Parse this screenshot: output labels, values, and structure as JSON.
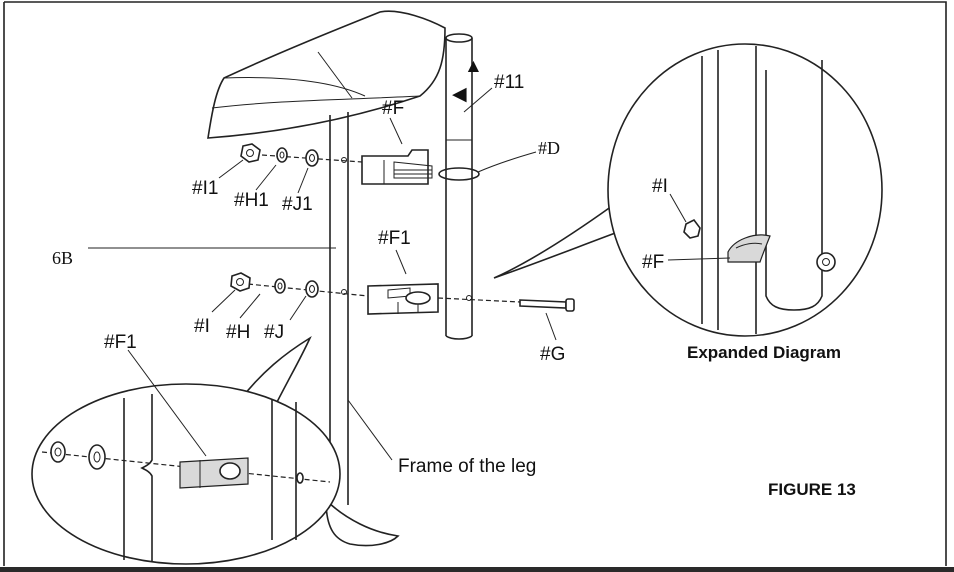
{
  "labels": {
    "part_11": "#11",
    "part_F": "#F",
    "part_D": "#D",
    "part_I1": "#I1",
    "part_H1": "#H1",
    "part_J1": "#J1",
    "side_6B": "6B",
    "part_F1_main": "#F1",
    "part_I": "#I",
    "part_H": "#H",
    "part_J": "#J",
    "part_G": "#G",
    "part_F1_inset": "#F1",
    "frame_of_leg": "Frame of the leg",
    "expanded_I": "#I",
    "expanded_F": "#F",
    "expanded_diagram": "Expanded Diagram",
    "figure_title": "FIGURE 13"
  }
}
